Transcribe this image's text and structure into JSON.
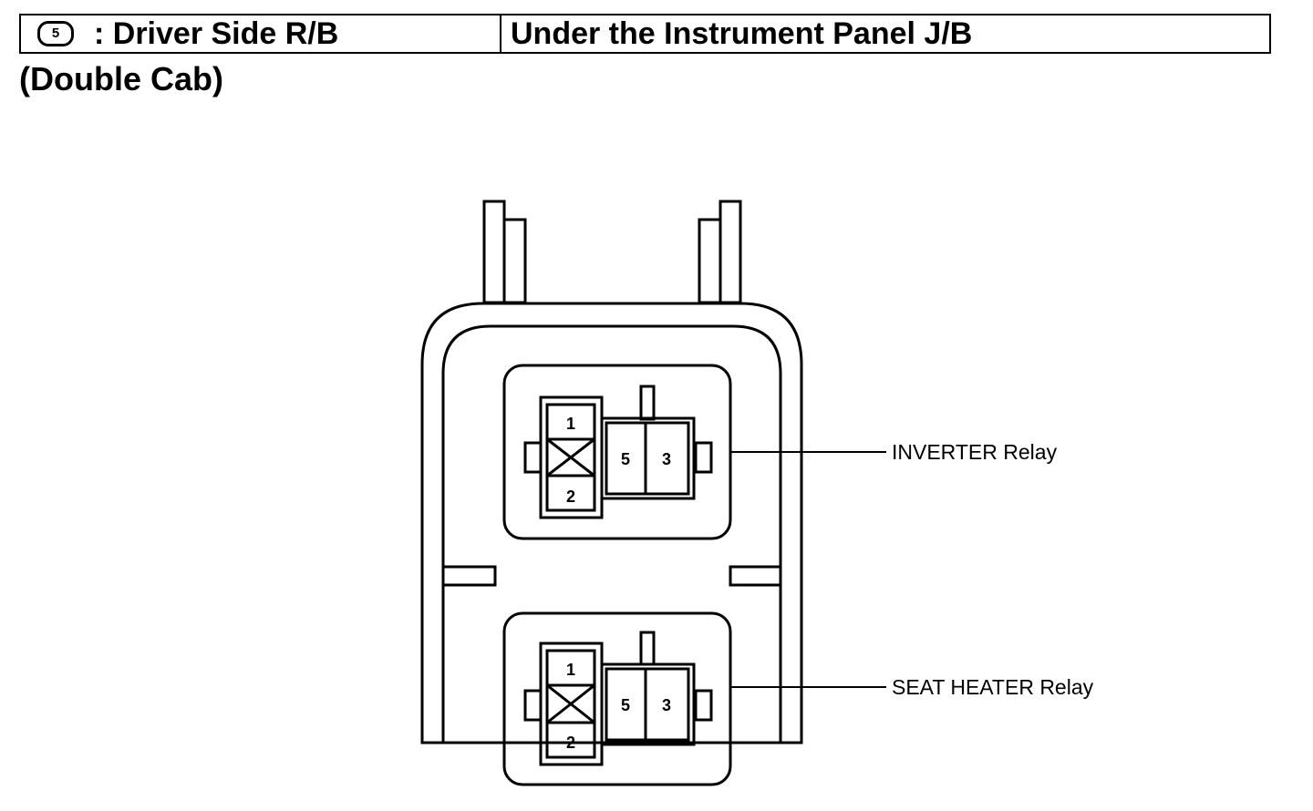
{
  "header": {
    "badge_number": "5",
    "left_title": ": Driver Side R/B",
    "right_title": "Under the Instrument Panel J/B"
  },
  "subtitle": "(Double Cab)",
  "relays": [
    {
      "label": "INVERTER Relay",
      "pins": [
        "1",
        "2",
        "5",
        "3"
      ]
    },
    {
      "label": "SEAT HEATER Relay",
      "pins": [
        "1",
        "2",
        "5",
        "3"
      ]
    }
  ]
}
